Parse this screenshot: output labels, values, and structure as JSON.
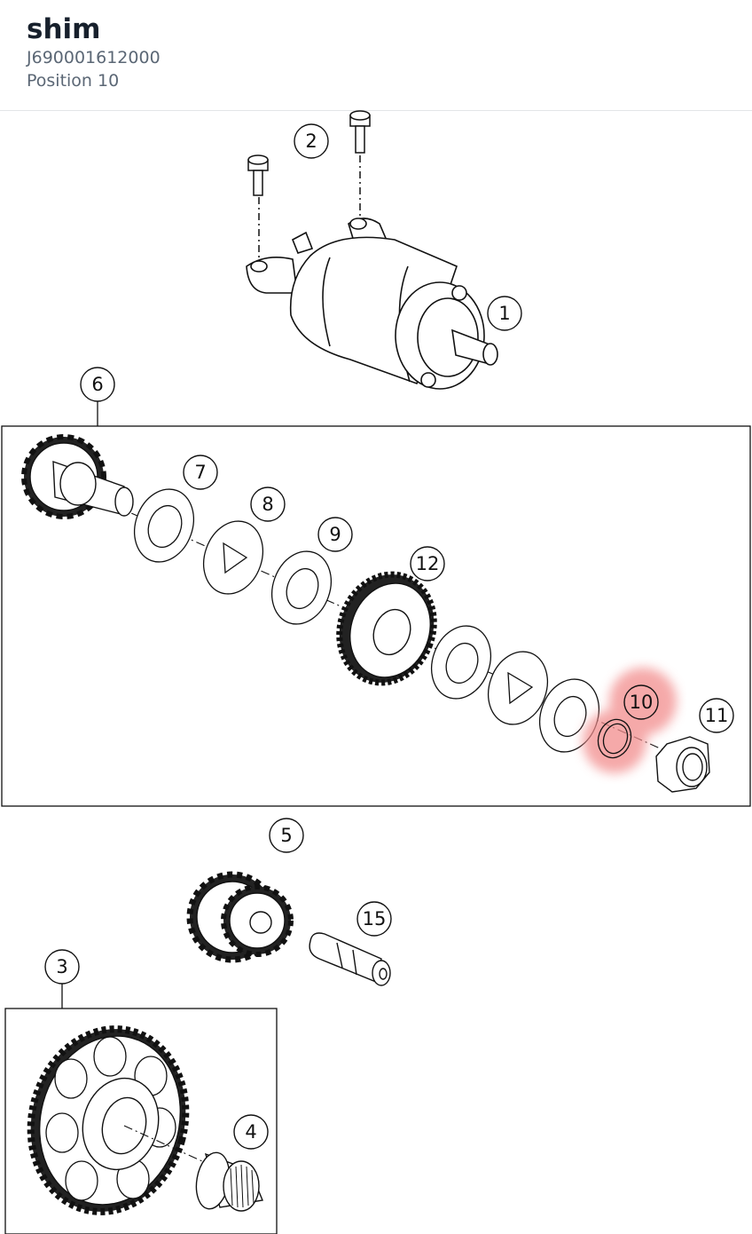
{
  "part": {
    "name": "shim",
    "number": "J690001612000",
    "position_label": "Position 10"
  },
  "diagram": {
    "highlight_color": "#f28d8d",
    "callouts": [
      {
        "id": "c1",
        "label": "1"
      },
      {
        "id": "c2",
        "label": "2"
      },
      {
        "id": "c3",
        "label": "3"
      },
      {
        "id": "c4",
        "label": "4"
      },
      {
        "id": "c5",
        "label": "5"
      },
      {
        "id": "c6",
        "label": "6"
      },
      {
        "id": "c7",
        "label": "7"
      },
      {
        "id": "c8",
        "label": "8"
      },
      {
        "id": "c9",
        "label": "9"
      },
      {
        "id": "c10",
        "label": "10",
        "highlighted": true
      },
      {
        "id": "c11",
        "label": "11"
      },
      {
        "id": "c12",
        "label": "12"
      },
      {
        "id": "c15",
        "label": "15"
      }
    ]
  }
}
